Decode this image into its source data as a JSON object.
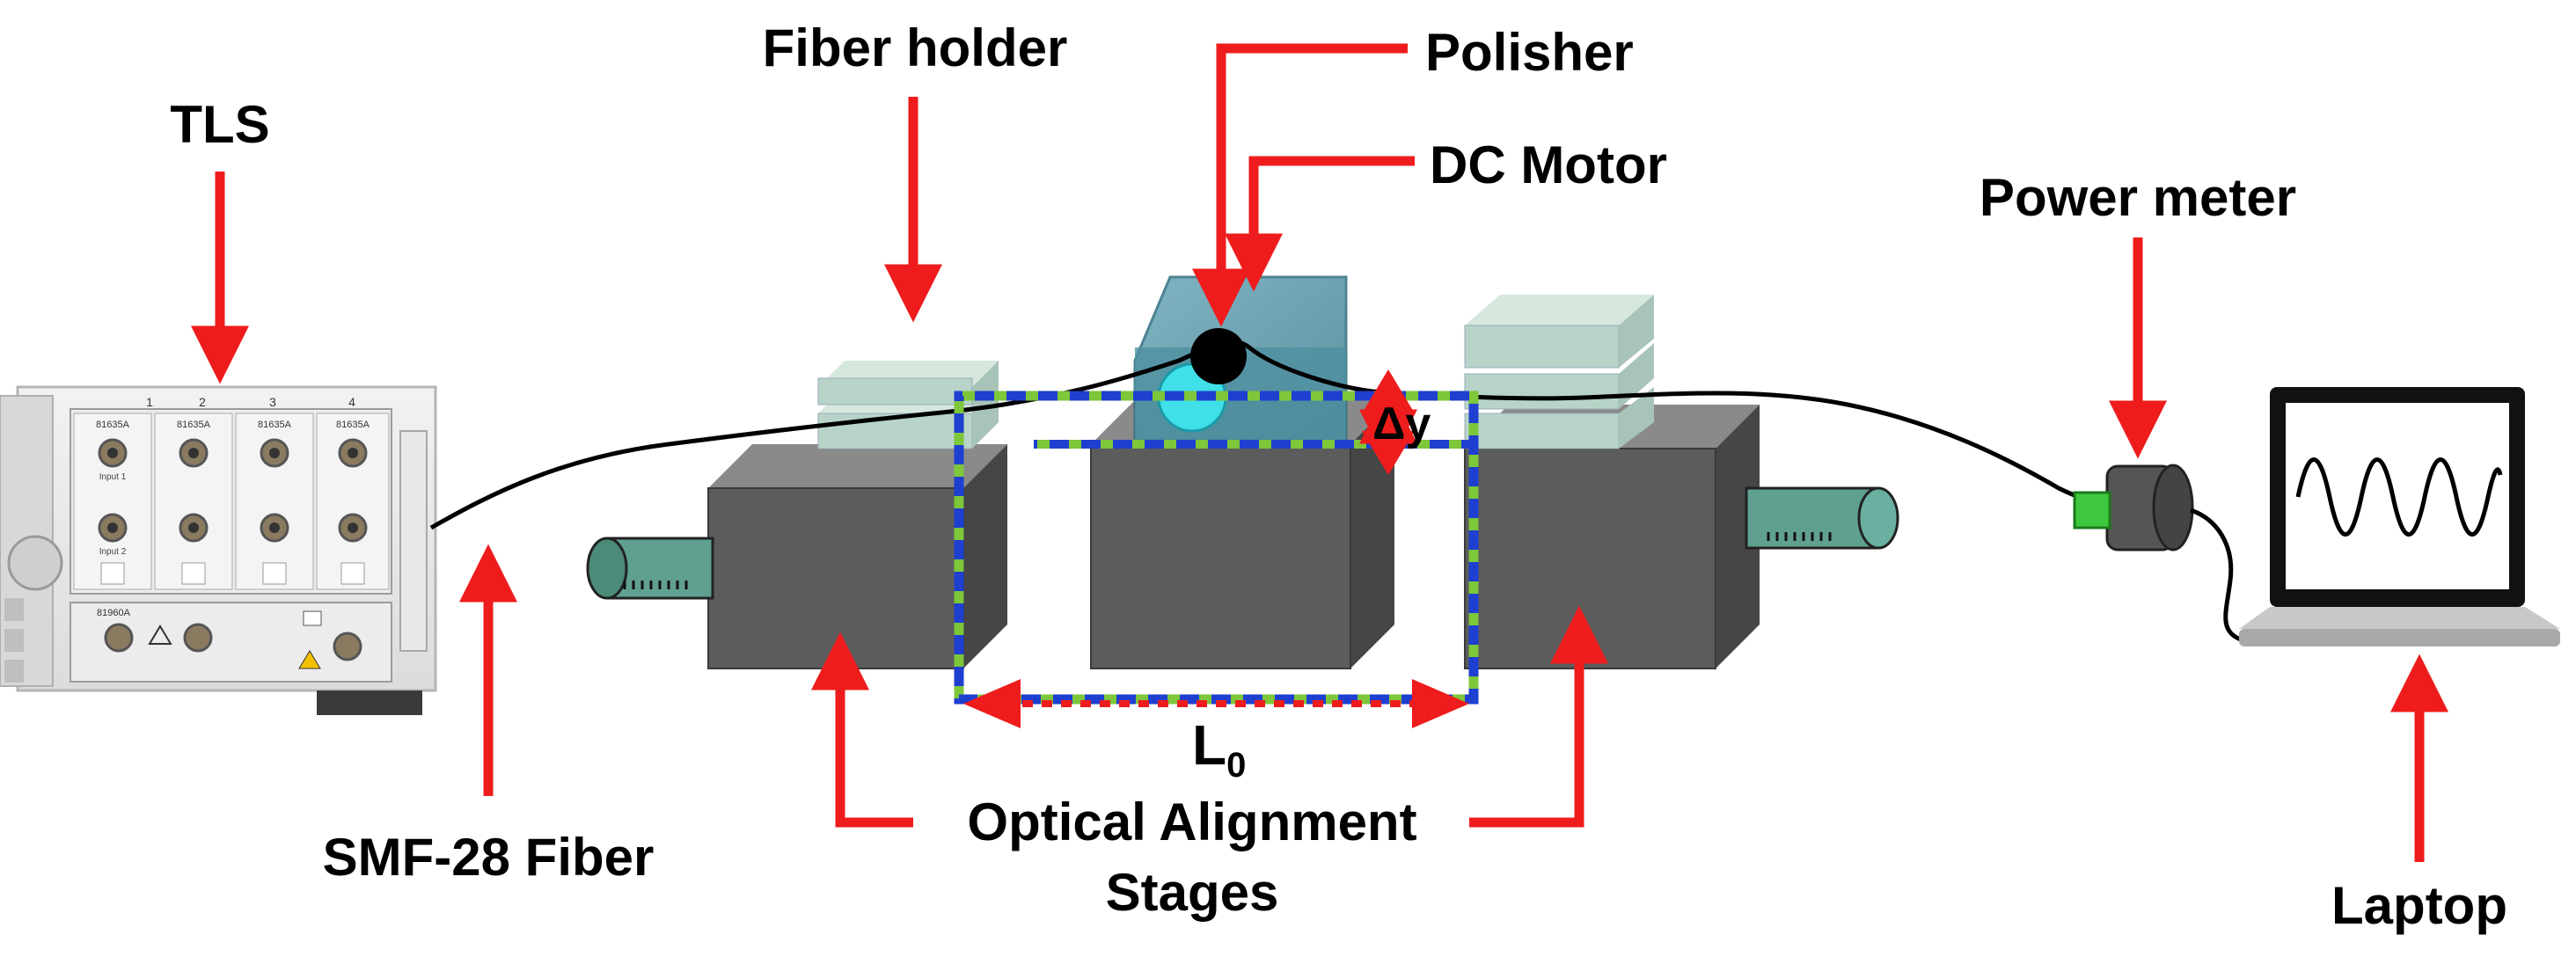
{
  "labels": {
    "tls": "TLS",
    "fiber_holder": "Fiber holder",
    "polisher": "Polisher",
    "dc_motor": "DC Motor",
    "power_meter": "Power meter",
    "smf_fiber": "SMF-28 Fiber",
    "stages_line1": "Optical Alignment",
    "stages_line2": "Stages",
    "laptop": "Laptop",
    "l0_main": "L",
    "l0_sub": "0",
    "delta_y": "Δy"
  },
  "instrument": {
    "channel_numbers": [
      "1",
      "2",
      "3",
      "4"
    ],
    "module_names": [
      "81635A",
      "81635A",
      "81635A",
      "81635A"
    ],
    "port_labels": [
      "Input 1",
      "Input 2"
    ],
    "bottom_module": "81960A"
  },
  "colors": {
    "arrow": "#ee1c1c",
    "block_front": "#5c5c5c",
    "block_side": "#464646",
    "block_top": "#8a8a8a",
    "holder": "#b8d4c8",
    "roller": "#5fa090",
    "polisher_body": "#4f90a0",
    "dash_blue": "#1e3fd0",
    "dash_green": "#7ec63a",
    "fiber": "#000000",
    "screen_wave": "#000000",
    "connector_green": "#3ec83e"
  }
}
